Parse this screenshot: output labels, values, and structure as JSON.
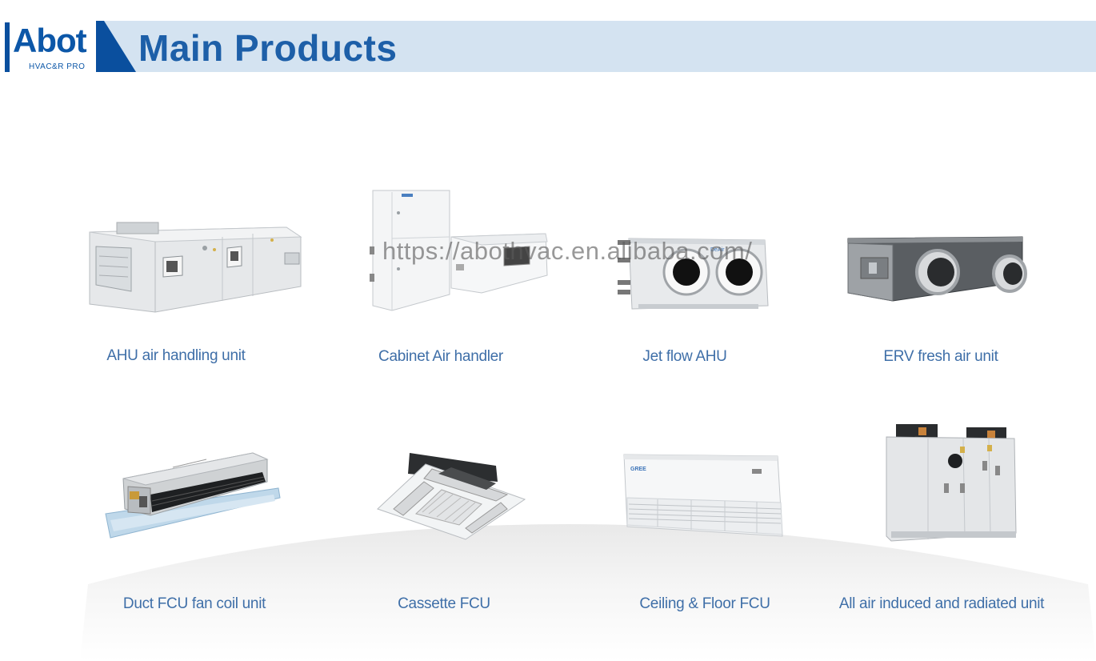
{
  "header": {
    "logo_main": "Abot",
    "logo_sub": "HVAC&R PRO",
    "title": "Main Products",
    "brand_color": "#0c57a8",
    "band_color": "#d4e3f1"
  },
  "watermark": "https://abothvac.en.alibaba.com/",
  "products": [
    {
      "caption": "AHU air handling unit",
      "icon": "ahu-unit-icon"
    },
    {
      "caption": "Cabinet Air handler",
      "icon": "cabinet-air-handler-icon"
    },
    {
      "caption": "Jet flow AHU",
      "icon": "jet-flow-ahu-icon"
    },
    {
      "caption": "ERV fresh air unit",
      "icon": "erv-unit-icon"
    },
    {
      "caption": "Duct FCU fan coil unit",
      "icon": "duct-fcu-icon"
    },
    {
      "caption": "Cassette FCU",
      "icon": "cassette-fcu-icon"
    },
    {
      "caption": "Ceiling & Floor FCU",
      "icon": "ceiling-floor-fcu-icon"
    },
    {
      "caption": "All air induced and radiated unit",
      "icon": "induced-radiated-unit-icon"
    }
  ],
  "product_labels": {
    "jet_brand": "DeAir",
    "ceiling_brand": "GREE"
  }
}
